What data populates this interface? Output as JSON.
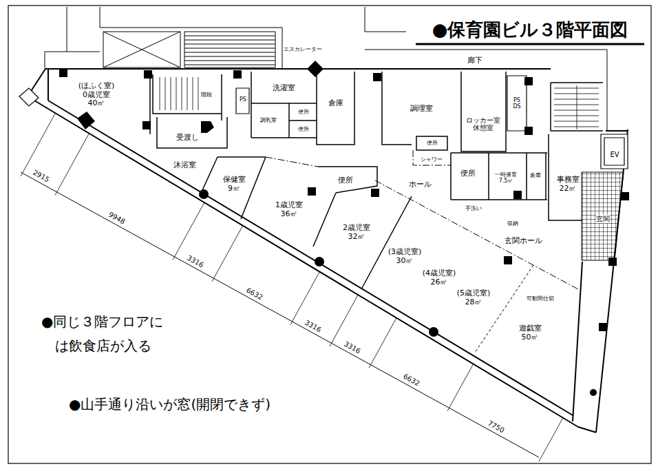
{
  "diagram": {
    "title": "●保育園ビル３階平面図",
    "nodes": [
      {
        "text": [
          "(ほふく室)",
          "0歳児室 40㎡"
        ]
      },
      {
        "text": [
          "階段"
        ]
      },
      {
        "text": [
          "PS"
        ]
      },
      {
        "text": [
          "洗濯室"
        ]
      },
      {
        "text": [
          "調乳室"
        ]
      },
      {
        "text": [
          "便所"
        ]
      },
      {
        "text": [
          "便所"
        ]
      },
      {
        "text": [
          "倉庫"
        ]
      },
      {
        "text": [
          "調理室"
        ]
      },
      {
        "text": [
          "ロッカー室",
          "休憩室"
        ]
      },
      {
        "text": [
          "PS DS"
        ]
      },
      {
        "text": [
          "受渡し"
        ]
      },
      {
        "text": [
          "沐浴室"
        ]
      },
      {
        "text": [
          "保健室 9㎡"
        ]
      },
      {
        "text": [
          "1歳児室 36㎡"
        ]
      },
      {
        "text": [
          "便所"
        ]
      },
      {
        "text": [
          "便所"
        ]
      },
      {
        "text": [
          "便所"
        ]
      },
      {
        "text": [
          "一時保育 7.5㎡"
        ]
      },
      {
        "text": [
          "倉庫"
        ]
      },
      {
        "text": [
          "事務室 22㎡"
        ]
      },
      {
        "text": [
          "EV"
        ]
      },
      {
        "text": [
          "玄関"
        ]
      },
      {
        "text": [
          "2歳児室 32㎡"
        ]
      },
      {
        "text": [
          "(3歳児室) 30㎡"
        ]
      },
      {
        "text": [
          "(4歳児室) 26㎡"
        ]
      },
      {
        "text": [
          "(5歳児室) 28㎡"
        ]
      },
      {
        "text": [
          "遊戯室 50㎡"
        ]
      }
    ],
    "labels": [
      "エスカレーター",
      "廊下",
      "シャワー",
      "ホール",
      "手洗い",
      "収納",
      "玄関ホール",
      "可動間仕切",
      "2915",
      "9948",
      "3316",
      "6632",
      "3316",
      "3316",
      "6632",
      "7750",
      "●同じ３階フロアには飲食店が入る",
      "●山手通り沿いが窓(開閉できず)"
    ]
  }
}
